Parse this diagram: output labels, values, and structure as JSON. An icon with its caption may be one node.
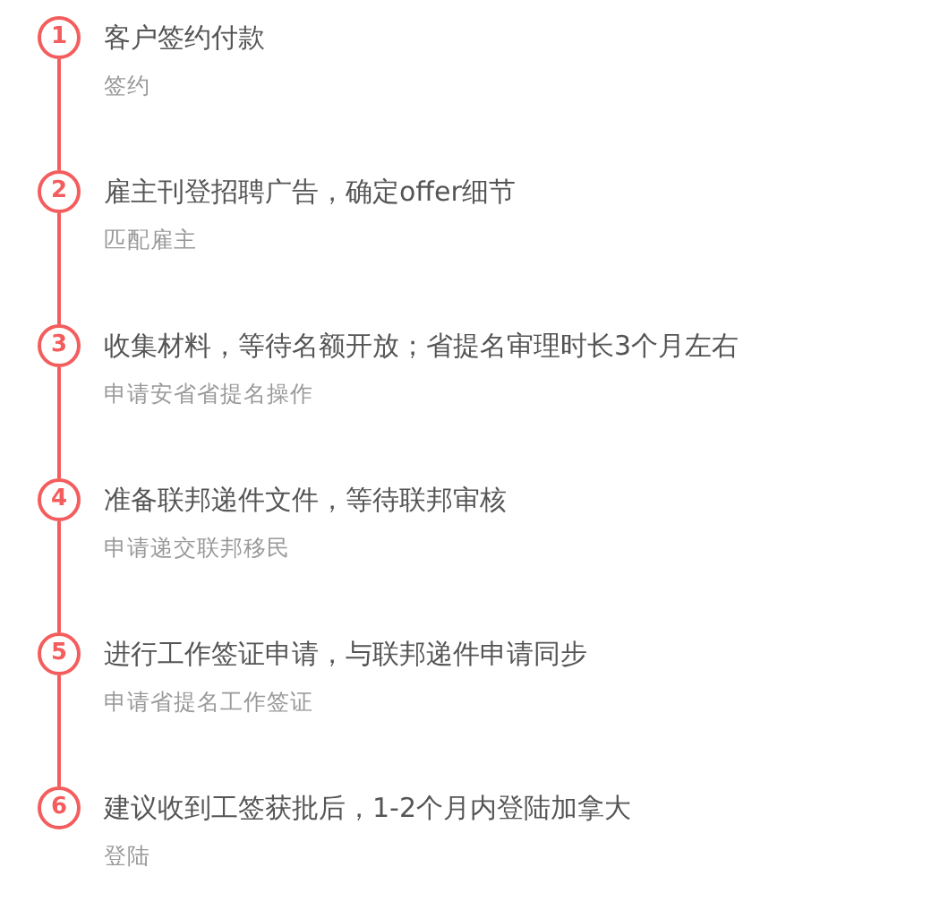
{
  "diagram": {
    "nodes": [
      {
        "text": [
          "1"
        ],
        "beside": [
          "客户签约付款",
          "签约"
        ]
      },
      {
        "text": [
          "2"
        ],
        "beside": [
          "雇主刊登招聘广告，确定offer细节",
          "匹配雇主"
        ]
      },
      {
        "text": [
          "3"
        ],
        "beside": [
          "收集材料，等待名额开放；省提名审理时长3个月左右",
          "申请安省省提名操作"
        ]
      },
      {
        "text": [
          "4"
        ],
        "beside": [
          "准备联邦递件文件，等待联邦审核",
          "申请递交联邦移民"
        ]
      },
      {
        "text": [
          "5"
        ],
        "beside": [
          "进行工作签证申请，与联邦递件申请同步",
          "申请省提名工作签证"
        ]
      },
      {
        "text": [
          "6"
        ],
        "beside": [
          "建议收到工签获批后，1-2个月内登陆加拿大",
          "登陆"
        ]
      }
    ],
    "edges": [
      {
        "from": 0,
        "to": 1,
        "arrow": "none"
      },
      {
        "from": 1,
        "to": 2,
        "arrow": "none"
      },
      {
        "from": 2,
        "to": 3,
        "arrow": "none"
      },
      {
        "from": 3,
        "to": 4,
        "arrow": "none"
      },
      {
        "from": 4,
        "to": 5,
        "arrow": "none"
      }
    ]
  }
}
